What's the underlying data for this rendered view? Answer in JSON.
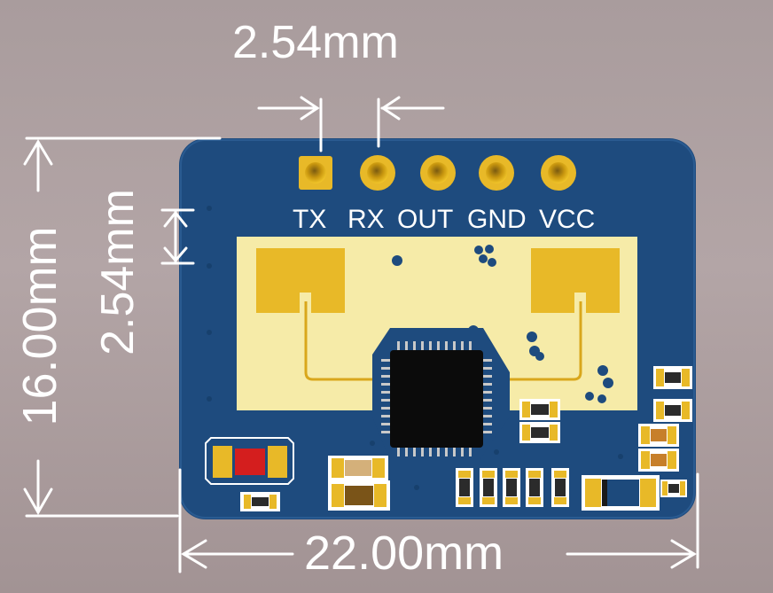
{
  "pins": [
    {
      "label": "TX"
    },
    {
      "label": "RX"
    },
    {
      "label": "OUT"
    },
    {
      "label": "GND"
    },
    {
      "label": "VCC"
    }
  ],
  "dimensions": {
    "pin_pitch_horizontal": "2.54mm",
    "pin_pitch_vertical": "2.54mm",
    "board_height": "16.00mm",
    "board_width": "22.00mm"
  },
  "colors": {
    "pcb": "#1d4a7c",
    "antenna_area": "#f6eba8",
    "gold": "#e7b820",
    "chip": "#0c0c0c",
    "dimension_line": "#ffffff"
  }
}
